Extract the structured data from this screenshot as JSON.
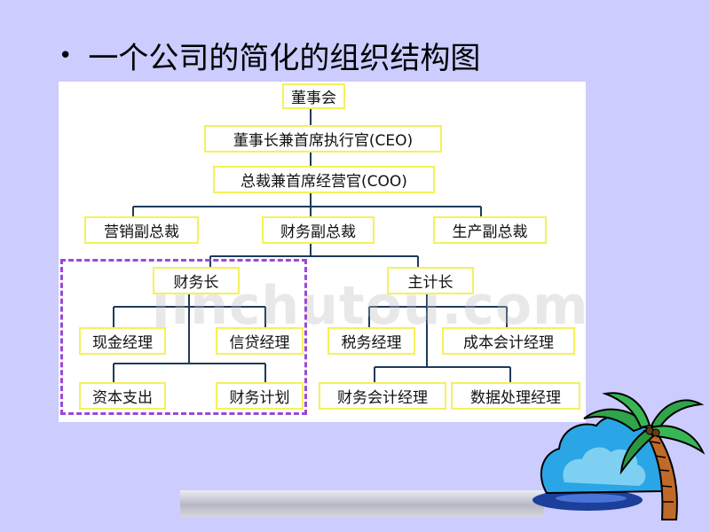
{
  "slide": {
    "bullet": "•",
    "title": "一个公司的简化的组织结构图"
  },
  "watermark": "jinchutou.com",
  "org_chart": {
    "board": "董事会",
    "ceo": "董事长兼首席执行官(CEO)",
    "coo": "总裁兼首席经营官(COO)",
    "vp_marketing": "营销副总裁",
    "vp_finance": "财务副总裁",
    "vp_production": "生产副总裁",
    "treasurer": "财务长",
    "controller": "主计长",
    "cash_manager": "现金经理",
    "credit_manager": "信贷经理",
    "capital_expenditure": "资本支出",
    "financial_planning": "财务计划",
    "tax_manager": "税务经理",
    "cost_accounting_manager": "成本会计经理",
    "financial_accounting_manager": "财务会计经理",
    "data_processing_manager": "数据处理经理"
  },
  "colors": {
    "background": "#ccccff",
    "node_border": "#f5f15a",
    "connector": "#1f3b5c",
    "dashed_box": "#9a49d6"
  }
}
